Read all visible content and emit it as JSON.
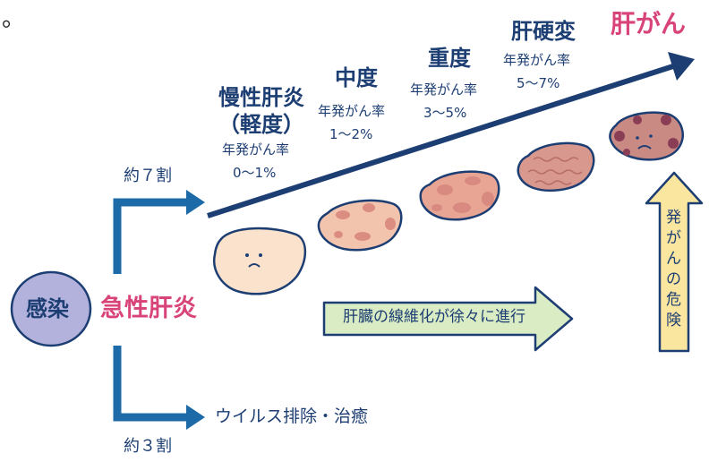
{
  "corner_mark": "。",
  "infection": "感染",
  "acute_hepatitis": "急性肝炎",
  "upper_ratio": "約７割",
  "lower_ratio": "約３割",
  "lower_outcome": "ウイルス排除・治癒",
  "stages": [
    {
      "name_line1": "慢性肝炎",
      "name_line2": "（軽度）",
      "rate_label": "年発がん率",
      "rate_value": "0～1%"
    },
    {
      "name_line1": "中度",
      "rate_label": "年発がん率",
      "rate_value": "1～2%"
    },
    {
      "name_line1": "重度",
      "rate_label": "年発がん率",
      "rate_value": "3～5%"
    },
    {
      "name_line1": "肝硬変",
      "rate_label": "年発がん率",
      "rate_value": "5～7%"
    }
  ],
  "final_stage": "肝がん",
  "fibrosis_arrow": "肝臓の線維化が徐々に進行",
  "cancer_risk_arrow": "発がんの危険",
  "colors": {
    "navy": "#1d3e73",
    "pink": "#d8437a",
    "liver_pink": "#e8a593",
    "liver_light": "#fbe2cc",
    "infection_circle": "#b3b2dc",
    "green_arrow": "#d9ecc4",
    "yellow_arrow": "#fbe6a0"
  }
}
